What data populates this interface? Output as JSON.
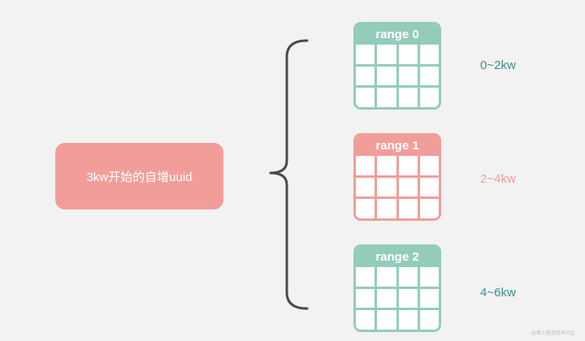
{
  "source": {
    "label": "3kw开始的自增uuid",
    "color": "#f19e9a"
  },
  "ranges": [
    {
      "title": "range 0",
      "span": "0~2kw",
      "color": "#93ccbb",
      "label_color": "#3e8f8f"
    },
    {
      "title": "range 1",
      "span": "2~4kw",
      "color": "#f19e9a",
      "label_color": "#f19e9a"
    },
    {
      "title": "range 2",
      "span": "4~6kw",
      "color": "#93ccbb",
      "label_color": "#3e8f8f"
    }
  ],
  "watermark": "@稀土掘金技术社区"
}
